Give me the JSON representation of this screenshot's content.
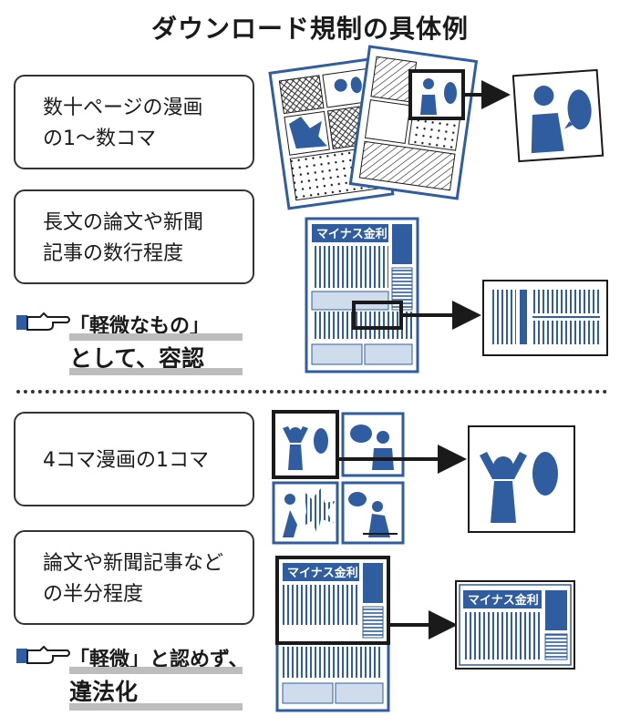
{
  "title": "ダウンロード規制の具体例",
  "upper": {
    "cases": [
      {
        "lines": [
          "数十ページの漫画",
          "の1〜数コマ"
        ]
      },
      {
        "lines": [
          "長文の論文や新聞",
          "記事の数行程度"
        ]
      }
    ],
    "verdict": {
      "line1": "「軽微なもの」",
      "line2": "として、容認"
    }
  },
  "lower": {
    "cases": [
      {
        "lines": [
          "4コマ漫画の1コマ"
        ]
      },
      {
        "lines": [
          "論文や新聞記事など",
          "の半分程度"
        ]
      }
    ],
    "verdict": {
      "line1": "「軽微」と認めず、",
      "line2": "違法化"
    }
  },
  "newspaper_headline": "マイナス金利",
  "colors": {
    "accent": "#2f5d9f",
    "light": "#cfdcec",
    "dark": "#1a1a1a"
  },
  "icons": [
    "pointing-hand-icon",
    "arrow-right-icon"
  ]
}
